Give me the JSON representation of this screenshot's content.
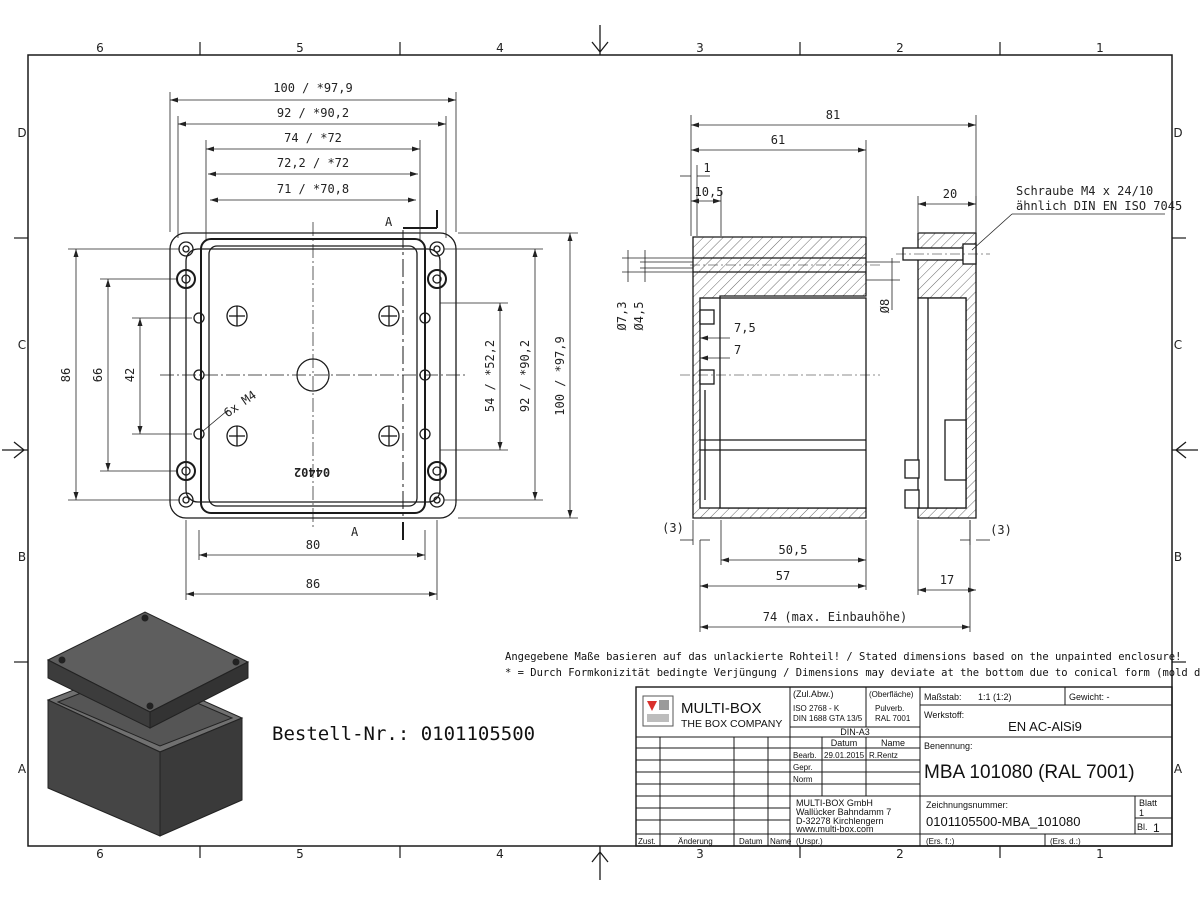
{
  "zones": {
    "columns": [
      "6",
      "5",
      "4",
      "3",
      "2",
      "1"
    ],
    "rows": [
      "D",
      "C",
      "B",
      "A"
    ]
  },
  "top_view": {
    "dims_horizontal": [
      "100 / *97,9",
      "92 / *90,2",
      "74 / *72",
      "72,2 / *72",
      "71 / *70,8",
      "80",
      "86"
    ],
    "dims_vertical_left": [
      "86",
      "66",
      "42"
    ],
    "dims_vertical_right": [
      "54 / *52,2",
      "92 / *90,2",
      "100 / *97,9"
    ],
    "section_label": "A",
    "hole_note": "6x M4",
    "mark_text": "04402"
  },
  "side_view": {
    "dims_top": [
      "81",
      "61",
      "1",
      "10,5"
    ],
    "dims_left": [
      "Ø7,3",
      "Ø4,5"
    ],
    "dims_inner": [
      "7,5",
      "7"
    ],
    "dim_d8": "Ø8",
    "dims_bottom": [
      "(3)",
      "50,5",
      "57",
      "74 (max. Einbauhöhe)"
    ]
  },
  "lid_view": {
    "dim_top": "20",
    "dims_bottom": [
      "(3)",
      "17"
    ],
    "screw_note_1": "Schraube M4 x 24/10",
    "screw_note_2": "ähnlich DIN EN ISO 7045"
  },
  "notes": {
    "line1": "Angegebene Maße basieren auf das unlackierte Rohteil! / Stated dimensions based on the unpainted enclosure!",
    "line2": "* = Durch Formkonizität bedingte Verjüngung / Dimensions may deviate at the bottom due to conical form (mold deforming)"
  },
  "order_number": "Bestell-Nr.: 0101105500",
  "title_block": {
    "company": "MULTI-BOX",
    "company_sub": "THE BOX COMPANY",
    "zul_abw": "(Zul.Abw.)",
    "iso": "ISO 2768 - K",
    "din": "DIN 1688 GTA 13/5",
    "oberflaeche": "(Oberfläche)",
    "pulverb": "Pulverb.",
    "ral": "RAL 7001",
    "format": "DIN-A3",
    "datum_label": "Datum",
    "name_label": "Name",
    "bearb_label": "Bearb.",
    "bearb_date": "29.01.2015",
    "bearb_name": "R.Rentz",
    "gepr_label": "Gepr.",
    "norm_label": "Norm",
    "massstab_label": "Maßstab:",
    "massstab_value": "1:1  (1:2)",
    "gewicht_label": "Gewicht: -",
    "werkstoff_label": "Werkstoff:",
    "werkstoff_value": "EN AC-AlSi9",
    "benennung_label": "Benennung:",
    "benennung_value": "MBA 101080 (RAL 7001)",
    "address_1": "MULTI-BOX GmbH",
    "address_2": "Wallücker Bahndamm 7",
    "address_3": "D-32278 Kirchlengern",
    "address_4": "www.multi-box.com",
    "zeichnungsnummer_label": "Zeichnungsnummer:",
    "zeichnungsnummer_value": "0101105500-MBA_101080",
    "blatt_label": "Blatt",
    "blatt_value": "1",
    "bl_label": "Bl.",
    "bl_value": "1",
    "zust_label": "Zust.",
    "aenderung_label": "Änderung",
    "datum_col_label": "Datum",
    "name_col_label": "Name",
    "urspr_label": "(Urspr.)",
    "ers_f_label": "(Ers. f.:)",
    "ers_d_label": "(Ers. d.:)"
  },
  "colors": {
    "line": "#1a1a1a",
    "box_dark": "#3c3c3c",
    "box_mid": "#5a5a5a",
    "logo_red": "#d9302c",
    "logo_grey": "#9a9a9a"
  }
}
